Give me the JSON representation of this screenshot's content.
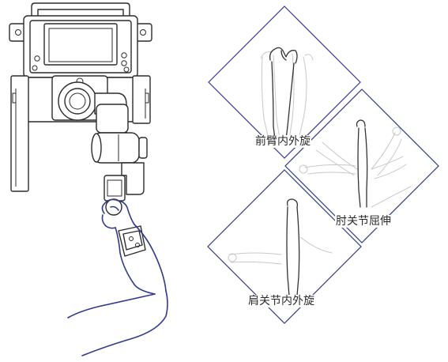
{
  "labels": {
    "forearm": "前臂内外旋",
    "elbow": "肘关节屈伸",
    "shoulder": "肩关节内外旋"
  },
  "colors": {
    "diamond_border": "#2f3a8f",
    "device_line": "#2b2b2b",
    "ghost_line": "#c8c8c8",
    "arm_outline": "#2f3a8f"
  }
}
